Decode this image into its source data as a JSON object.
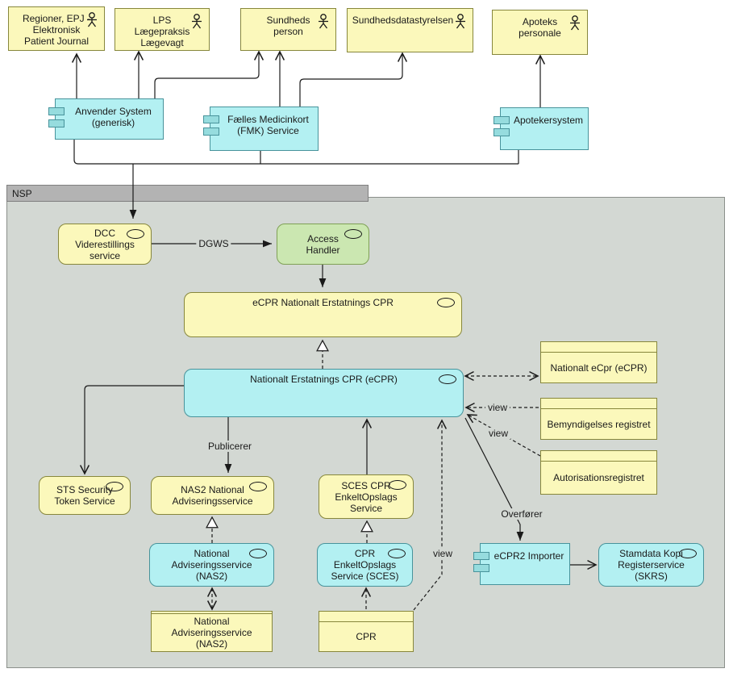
{
  "diagram": {
    "title_container": {
      "label": "NSP",
      "type": "grouping"
    },
    "nodes": {
      "regioner": {
        "label": "Regioner, EPJ -\nElektronisk\nPatient Journal",
        "type": "business-actor"
      },
      "lps": {
        "label": "LPS\nLægepraksis\nLægevagt",
        "type": "business-actor"
      },
      "sundhedsperson": {
        "label": "Sundheds\nperson",
        "type": "business-actor"
      },
      "sundhedsdatastyrelsen": {
        "label": "Sundhedsdatastyrelsen",
        "type": "business-actor"
      },
      "apotekspersonale": {
        "label": "Apoteks\npersonale",
        "type": "business-actor"
      },
      "anvender": {
        "label": "Anvender System\n(generisk)",
        "type": "application-component"
      },
      "fmk": {
        "label": "Fælles Medicinkort\n(FMK) Service",
        "type": "application-component"
      },
      "apoteker": {
        "label": "Apotekersystem",
        "type": "application-component"
      },
      "dcc": {
        "label": "DCC\nViderestillings\nservice",
        "type": "application-service"
      },
      "access": {
        "label": "Access\nHandler",
        "type": "application-service"
      },
      "ecpr_service": {
        "label": "eCPR Nationalt Erstatnings CPR",
        "type": "application-service"
      },
      "ecpr_app": {
        "label": "Nationalt Erstatnings CPR (eCPR)",
        "type": "application-service"
      },
      "nat_ecpr_obj": {
        "label": "Nationalt eCpr (eCPR)",
        "type": "business-object"
      },
      "bemynd_obj": {
        "label": "Bemyndigelses registret",
        "type": "business-object"
      },
      "autor_obj": {
        "label": "Autorisationsregistret",
        "type": "business-object"
      },
      "sts": {
        "label": "STS Security\nToken Service",
        "type": "application-service"
      },
      "nas2_svc": {
        "label": "NAS2 National\nAdviseringsservice",
        "type": "application-service"
      },
      "sces_svc": {
        "label": "SCES CPR\nEnkeltOpslags\nService",
        "type": "application-service"
      },
      "nas2_app": {
        "label": "National\nAdviseringsservice\n(NAS2)",
        "type": "application-service"
      },
      "sces_app": {
        "label": "CPR\nEnkeltOpslags\nService (SCES)",
        "type": "application-service"
      },
      "nas2_obj": {
        "label": "National Adviseringsservice\n(NAS2)",
        "type": "business-object"
      },
      "cpr_obj": {
        "label": "CPR",
        "type": "business-object"
      },
      "ecpr2_imp": {
        "label": "eCPR2 Importer",
        "type": "application-component"
      },
      "skrs": {
        "label": "Stamdata Kopi\nRegisterservice\n(SKRS)",
        "type": "application-service"
      }
    },
    "edge_labels": {
      "dgws": "DGWS",
      "publicerer": "Publicerer",
      "overfoerer": "Overfører",
      "view1": "view",
      "view2": "view",
      "view3": "view"
    },
    "colors": {
      "node_yellow": "#fbf8bb",
      "node_cyan": "#b3f0f2",
      "node_green": "#cbe7b1",
      "container_body": "#d3d8d3",
      "container_bar": "#b3b3b3",
      "line": "#1a1a1a"
    }
  }
}
